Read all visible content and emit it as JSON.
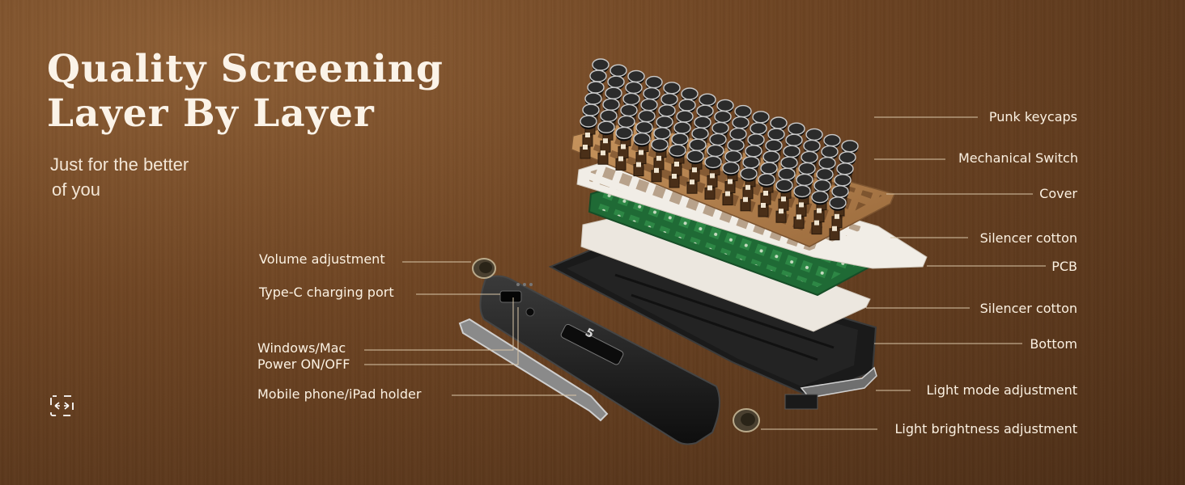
{
  "heading": {
    "line1": "Quality Screening",
    "line2": "Layer By Layer"
  },
  "subheading": {
    "line1": "Just for the better",
    "line2": "of you"
  },
  "callouts_right": [
    "Punk keycaps",
    "Mechanical Switch",
    "Cover",
    "Silencer cotton",
    "PCB",
    "Silencer cotton",
    "Bottom",
    "Light mode adjustment",
    "Light brightness adjustment"
  ],
  "callouts_left": [
    "Volume adjustment",
    "Type-C charging port",
    "Windows/Mac",
    "Power ON/OFF",
    "Mobile phone/iPad holder"
  ],
  "case_badge": "5",
  "icons": {
    "fullscreen": "expand-arrows-icon"
  },
  "colors": {
    "background": "#6f4523",
    "text": "#fbf1e2",
    "pcb": "#1f6a35",
    "wood": "#b07d4c",
    "case": "#151515"
  }
}
